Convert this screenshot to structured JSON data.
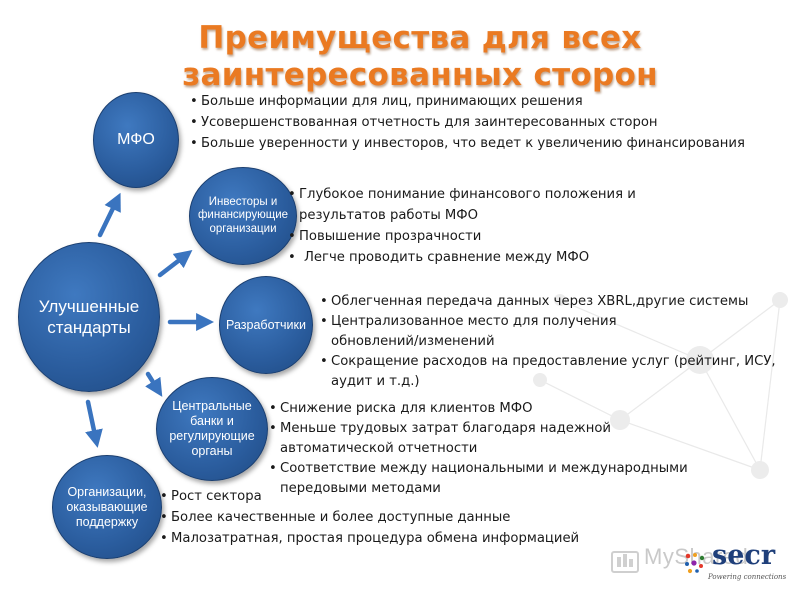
{
  "title": "Преимущества для всех заинтересованных сторон",
  "center_node": "Улучшенные стандарты",
  "nodes": [
    {
      "label": "МФО",
      "bullets": [
        "Больше информации для лиц, принимающих решения",
        "Усовершенствованная отчетность для заинтересованных сторон",
        "Больше уверенности у инвесторов, что ведет к увеличению финансирования"
      ]
    },
    {
      "label": "Инвесторы и финансирующие организации",
      "bullets": [
        "Глубокое понимание финансового положения и результатов работы МФО",
        "Повышение прозрачности",
        "Легче проводить сравнение между МФО"
      ]
    },
    {
      "label": "Разработчики",
      "bullets": [
        "Облегченная передача данных через XBRL,другие системы",
        "Централизованное место для получения обновлений/изменений",
        "Сокращение расходов на предоставление услуг (рейтинг, ИСУ, аудит и т.д.)"
      ]
    },
    {
      "label": "Центральные банки и регулирующие органы",
      "bullets": [
        "Снижение риска для клиентов МФО",
        "Меньше трудовых затрат благодаря надежной автоматической отчетности",
        "Соответствие между национальными и международными передовыми методами"
      ]
    },
    {
      "label": "Организации, оказывающие поддержку",
      "bullets": [
        "Рост сектора",
        "Более качественные и более доступные данные",
        "Малозатратная, простая процедура обмена информацией"
      ]
    }
  ],
  "logos": {
    "mysharer": "MyShared",
    "secr": "secr",
    "secr_tagline": "Powering connections"
  },
  "colors": {
    "node": "#2a5c9d",
    "title": "#ea7a22",
    "arrow": "#3a74bf"
  }
}
